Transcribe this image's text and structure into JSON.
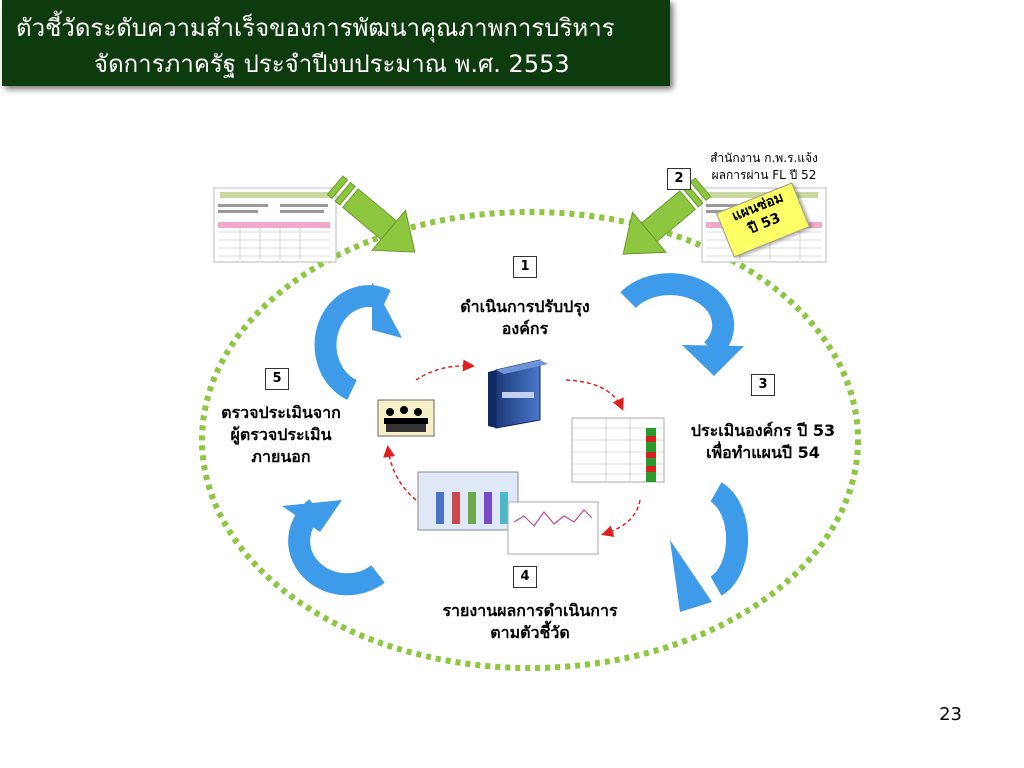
{
  "title": {
    "line1": "ตัวชี้วัดระดับความสำเร็จของการพัฒนาคุณภาพการบริหาร",
    "line2": "จัดการภาครัฐ  ประจำปีงบประมาณ พ.ศ. 2553"
  },
  "steps": [
    {
      "number": "1",
      "label_line1": "ดำเนินการปรับปรุง",
      "label_line2": "องค์กร"
    },
    {
      "number": "2",
      "note_line1": "สำนักงาน ก.พ.ร.แจ้ง",
      "note_line2": "ผลการผ่าน FL ปี 52"
    },
    {
      "number": "3",
      "label_line1": "ประเมินองค์กร ปี 53",
      "label_line2": "เพื่อทำแผนปี 54"
    },
    {
      "number": "4",
      "label_line1": "รายงานผลการดำเนินการ",
      "label_line2": "ตามตัวชี้วัด"
    },
    {
      "number": "5",
      "label_line1": "ตรวจประเมินจาก",
      "label_line2": "ผู้ตรวจประเมิน",
      "label_line3": "ภายนอก"
    }
  ],
  "sticky_note": {
    "line1": "แผนซ่อม",
    "line2": "ปี 53"
  },
  "page_number": "23",
  "colors": {
    "title_bg": "#0e3b0e",
    "dotted_ellipse": "#8dc63f",
    "cycle_arrow": "#3d9be9",
    "input_arrow": "#8dc63f",
    "dashed_flow": "#e02020",
    "sticky": "#ffff66"
  }
}
